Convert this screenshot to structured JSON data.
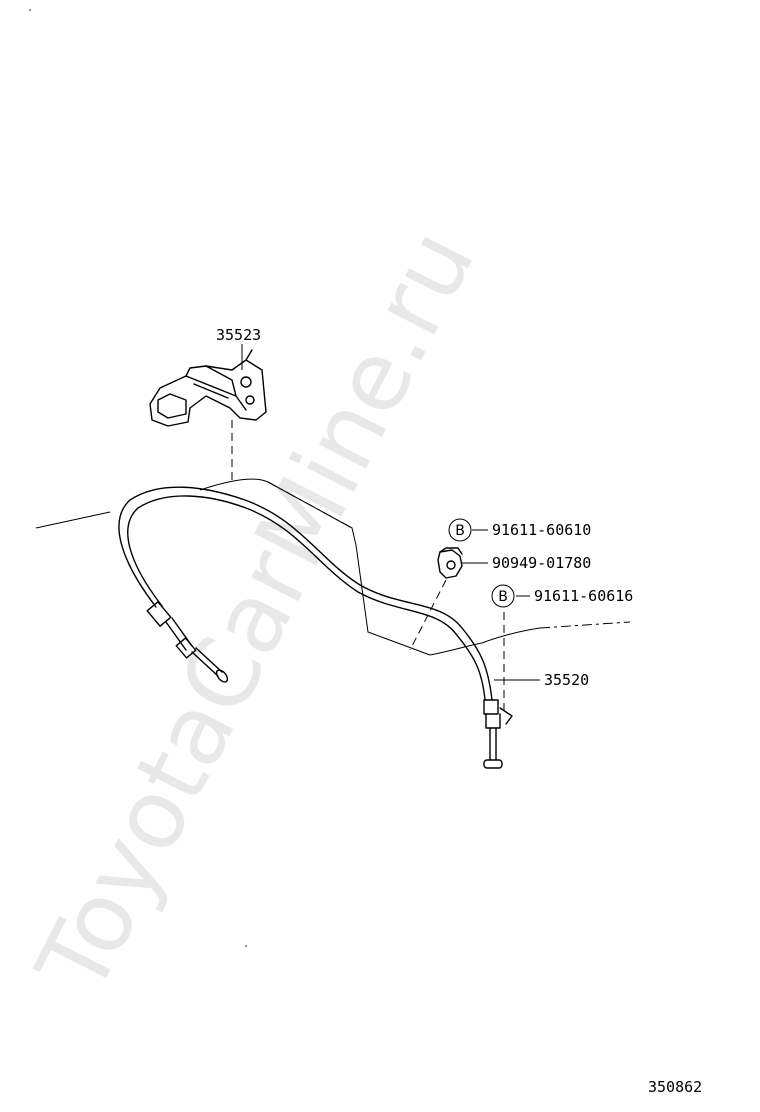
{
  "watermark": "ToyotaCarMine.ru",
  "diagram_number": "350862",
  "parts": {
    "bracket": {
      "number": "35523"
    },
    "bolt_upper": {
      "marker": "B",
      "number": "91611-60610"
    },
    "clamp": {
      "number": "90949-01780"
    },
    "bolt_lower": {
      "marker": "B",
      "number": "91611-60616"
    },
    "cable": {
      "number": "35520"
    }
  },
  "colors": {
    "line": "#000000",
    "watermark": "#d6d6d6",
    "background": "#ffffff"
  }
}
